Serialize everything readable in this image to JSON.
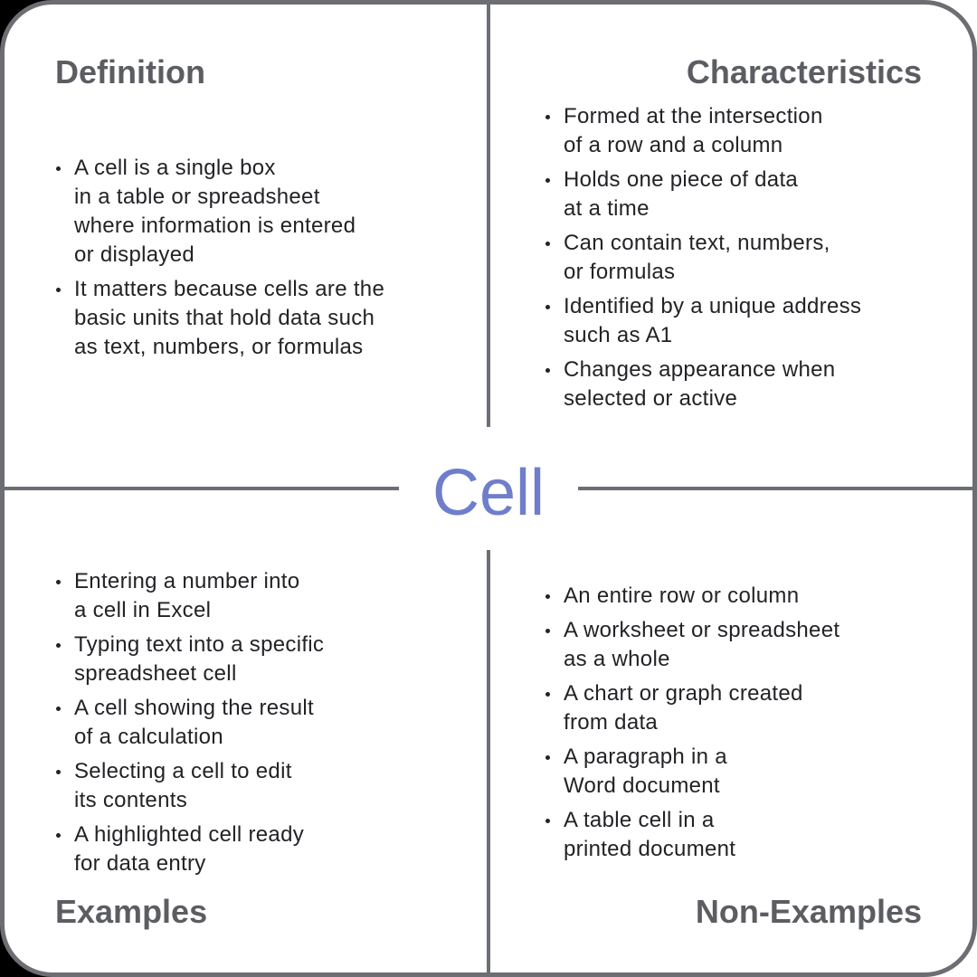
{
  "center": {
    "title": "Cell",
    "color": "#6f7ecb"
  },
  "colors": {
    "frame": "#6d6e73",
    "heading": "#5c5d62",
    "body_text": "#222326"
  },
  "quadrants": {
    "definition": {
      "heading": "Definition",
      "items": [
        "A cell is a single box\nin a table or spreadsheet\nwhere information is entered\nor displayed",
        "It matters because cells are the\nbasic units that hold data such\nas text, numbers, or formulas"
      ]
    },
    "characteristics": {
      "heading": "Characteristics",
      "items": [
        "Formed at the intersection\nof a row and a column",
        "Holds one piece of data\nat a time",
        "Can contain text, numbers,\nor formulas",
        "Identified by a unique address\nsuch as A1",
        "Changes appearance when\nselected or active"
      ]
    },
    "examples": {
      "heading": "Examples",
      "items": [
        "Entering a number into\na cell in Excel",
        "Typing text into a specific\nspreadsheet cell",
        "A cell showing the result\nof a calculation",
        "Selecting a cell to edit\nits contents",
        "A highlighted cell ready\nfor data entry"
      ]
    },
    "non_examples": {
      "heading": "Non-Examples",
      "items": [
        "An entire row or column",
        "A worksheet or spreadsheet\nas a whole",
        "A chart or graph created\nfrom data",
        "A paragraph in a\nWord document",
        "A table cell in a\nprinted document"
      ]
    }
  }
}
